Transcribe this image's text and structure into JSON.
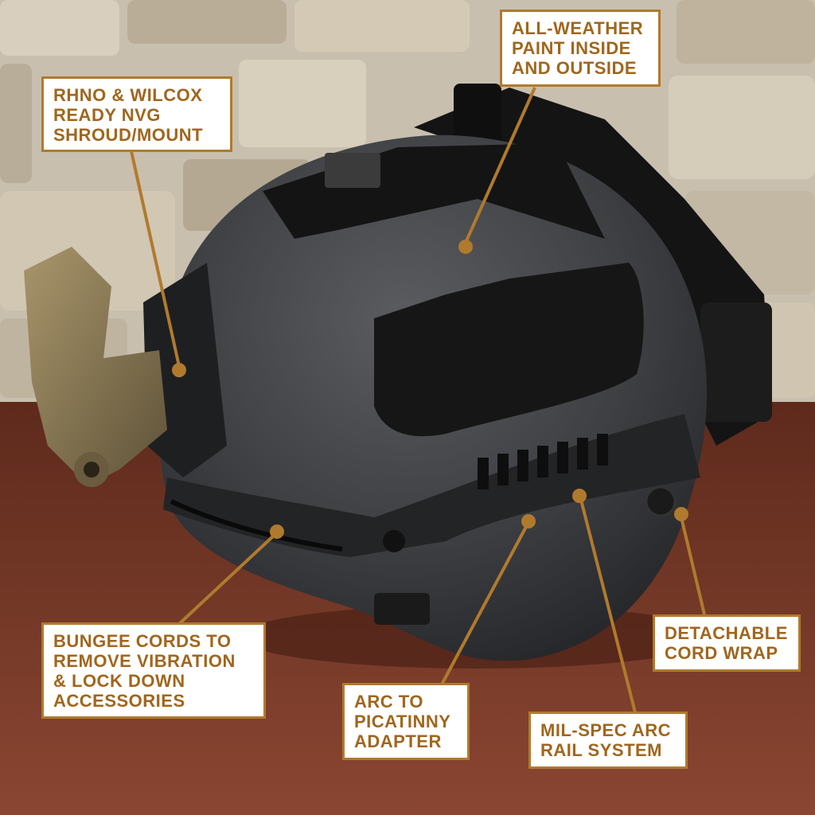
{
  "callouts": {
    "paint": "ALL-WEATHER\nPAINT INSIDE\nAND OUTSIDE",
    "nvg": "RHNO & WILCOX\nREADY NVG\nSHROUD/MOUNT",
    "bungee": "BUNGEE CORDS TO\nREMOVE VIBRATION\n& LOCK DOWN\nACCESSORIES",
    "cord_wrap": "DETACHABLE\nCORD WRAP",
    "arc_adapter": "ARC TO\nPICATINNY\nADAPTER",
    "rail": "MIL-SPEC ARC\nRAIL SYSTEM"
  },
  "colors": {
    "callout_text": "#a0661e",
    "callout_border": "#b07a2e",
    "leader_line": "#b07a2e",
    "wall": "#c9bfae",
    "table": "#7a3a28",
    "helmet": "#3d3f42",
    "velcro": "#141414",
    "mount": "#8c7a55"
  }
}
